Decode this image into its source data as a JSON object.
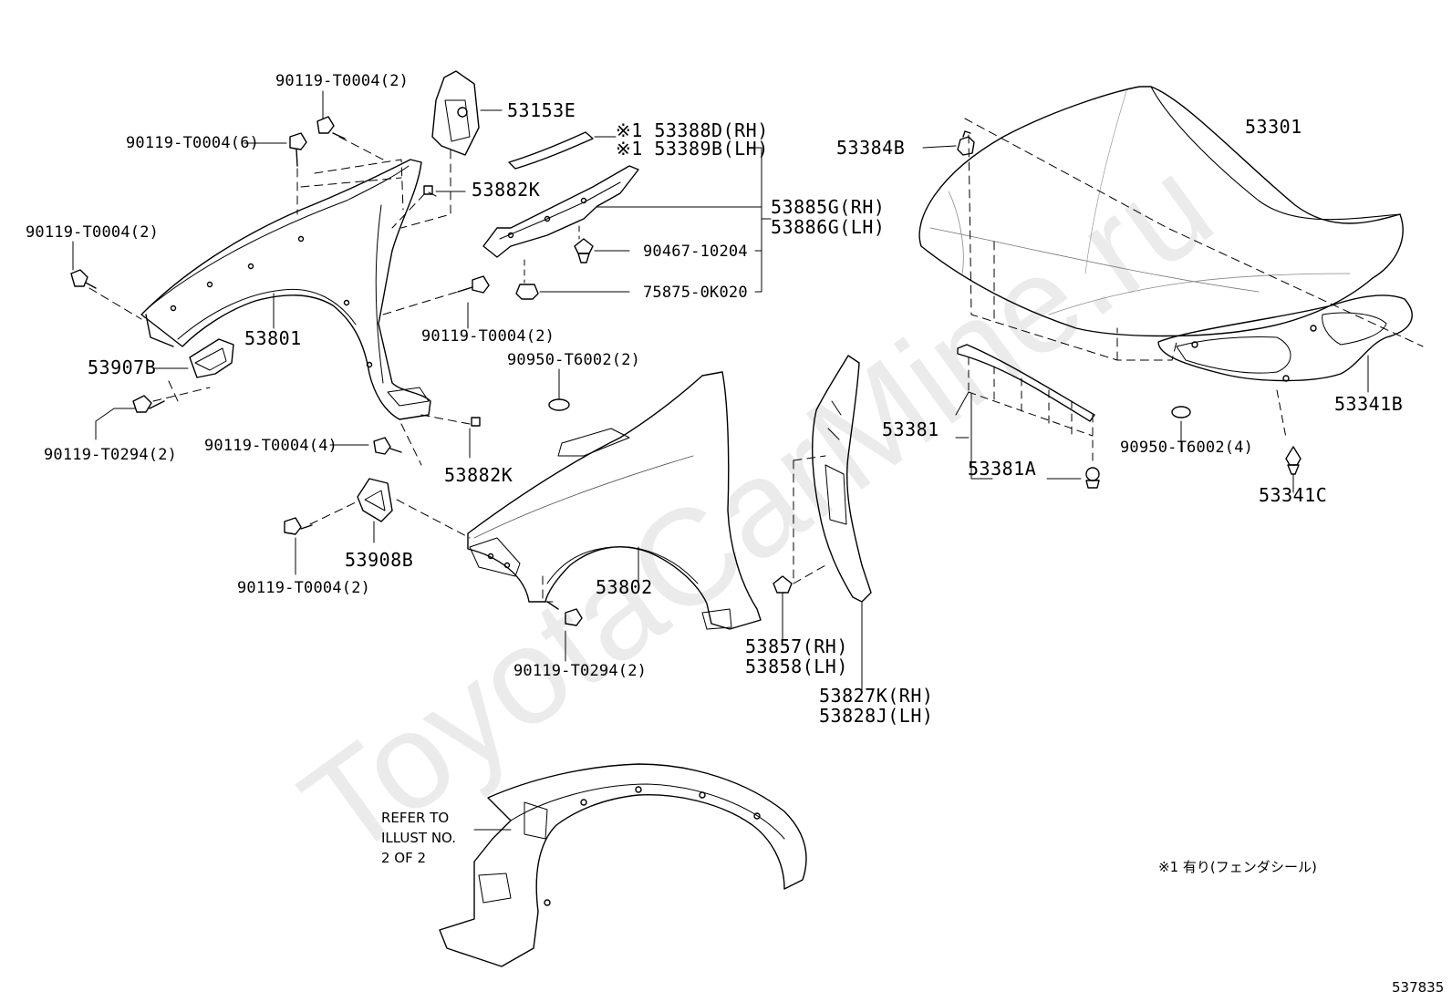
{
  "diagram_id": "537835",
  "watermark": "ToyotaCarMine.ru",
  "note_footnote": "※1 有り(フェンダシール)",
  "refer_note": [
    "REFER TO",
    "ILLUST NO.",
    "2 OF 2"
  ],
  "parts": {
    "p_53153E": "53153E",
    "p_53388D": "※1 53388D(RH)",
    "p_53389B": "※1 53389B(LH)",
    "p_53885G": "53885G(RH)",
    "p_53886G": "53886G(LH)",
    "p_90467": "90467-10204",
    "p_75875": "75875-0K020",
    "p_53882K_top": "53882K",
    "p_53882K_bot": "53882K",
    "p_90119_t0004_2_top": "90119-T0004(2)",
    "p_90119_t0004_6": "90119-T0004(6)",
    "p_90119_t0004_2_left": "90119-T0004(2)",
    "p_90119_t0004_2_mid": "90119-T0004(2)",
    "p_90119_t0004_4": "90119-T0004(4)",
    "p_90119_t0004_2_bot": "90119-T0004(2)",
    "p_90119_t0294_2_left": "90119-T0294(2)",
    "p_90119_t0294_2_bot": "90119-T0294(2)",
    "p_53801": "53801",
    "p_53907B": "53907B",
    "p_53908B": "53908B",
    "p_90950_mid": "90950-T6002(2)",
    "p_53802": "53802",
    "p_53857": "53857(RH)",
    "p_53858": "53858(LH)",
    "p_53827K": "53827K(RH)",
    "p_53828J": "53828J(LH)",
    "p_53384B": "53384B",
    "p_53301": "53301",
    "p_53381": "53381",
    "p_53381A": "53381A",
    "p_90950_right": "90950-T6002(4)",
    "p_53341B": "53341B",
    "p_53341C": "53341C"
  }
}
